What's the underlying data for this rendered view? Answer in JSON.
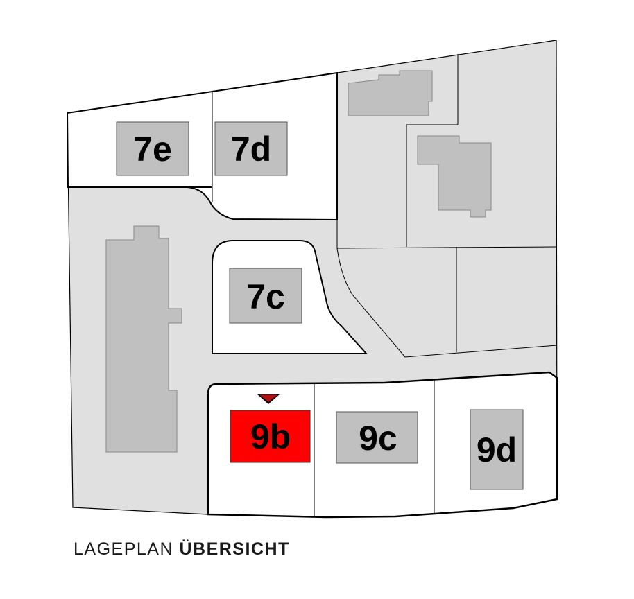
{
  "colors": {
    "ground": "#e0e0e0",
    "plot_fill": "#ffffff",
    "building": "#c0c0c0",
    "building_stroke": "#888888",
    "outline": "#000000",
    "selected": "#ff0000"
  },
  "plots": {
    "7e": {
      "label": "7e"
    },
    "7d": {
      "label": "7d"
    },
    "7c": {
      "label": "7c"
    },
    "9b": {
      "label": "9b",
      "selected": true
    },
    "9c": {
      "label": "9c"
    },
    "9d": {
      "label": "9d"
    }
  },
  "caption": {
    "regular": "LAGEPLAN",
    "bold": "ÜBERSICHT"
  }
}
